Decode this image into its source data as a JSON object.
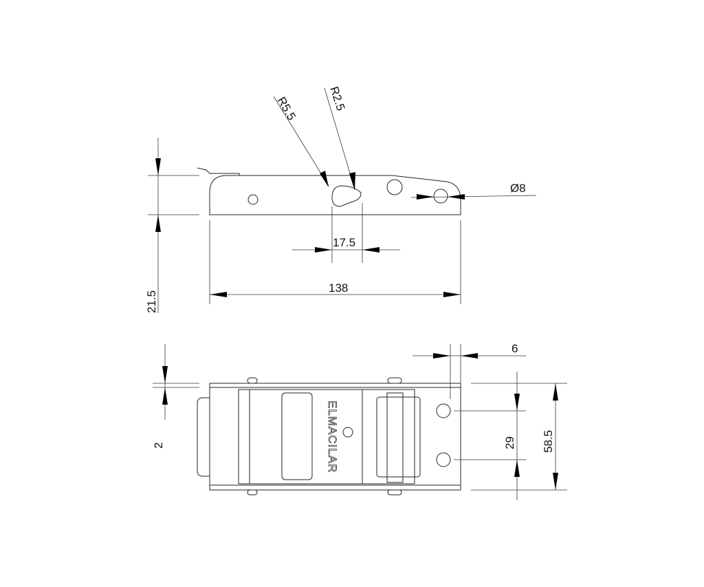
{
  "drawing": {
    "side_view": {
      "radius_large": "R5.5",
      "radius_small": "R2.5",
      "hole_diameter": "Ø8",
      "slot_spacing": "17.5",
      "overall_length": "138",
      "height": "21.5"
    },
    "top_view": {
      "brand": "ELMACILAR",
      "edge_offset": "6",
      "hole_spacing": "29",
      "overall_width": "58.5",
      "plate_thickness": "2"
    }
  }
}
